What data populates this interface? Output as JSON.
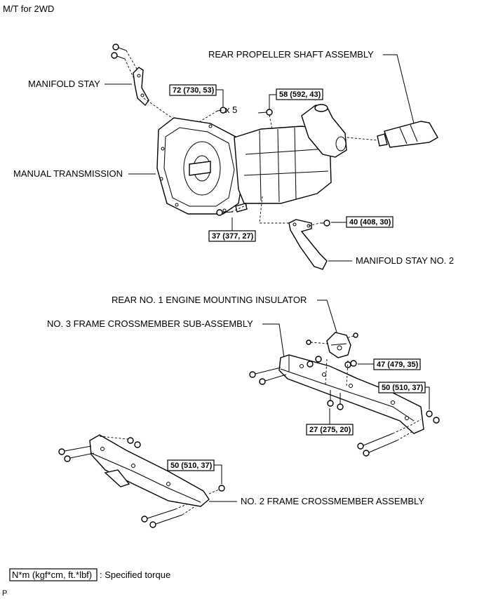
{
  "header": {
    "variant": "M/T for 2WD"
  },
  "labels": {
    "rear_propeller_shaft": "REAR PROPELLER SHAFT ASSEMBLY",
    "manifold_stay": "MANIFOLD STAY",
    "manual_transmission": "MANUAL TRANSMISSION",
    "manifold_stay_no2": "MANIFOLD STAY NO. 2",
    "rear_mount_insulator": "REAR NO. 1 ENGINE MOUNTING INSULATOR",
    "no3_crossmember": "NO. 3 FRAME CROSSMEMBER SUB-ASSEMBLY",
    "no2_crossmember": "NO. 2 FRAME CROSSMEMBER ASSEMBLY"
  },
  "torques": {
    "t72": "72 (730, 53)",
    "t72_qty": "x 5",
    "t58": "58 (592, 43)",
    "t37": "37 (377, 27)",
    "t40": "40 (408, 30)",
    "t47": "47 (479, 35)",
    "t50_upper": "50 (510, 37)",
    "t27": "27 (275, 20)",
    "t50_lower": "50 (510, 37)"
  },
  "legend": {
    "unit_box": "N*m (kgf*cm, ft.*lbf)",
    "description": ": Specified torque"
  },
  "footer": {
    "code": "P"
  }
}
